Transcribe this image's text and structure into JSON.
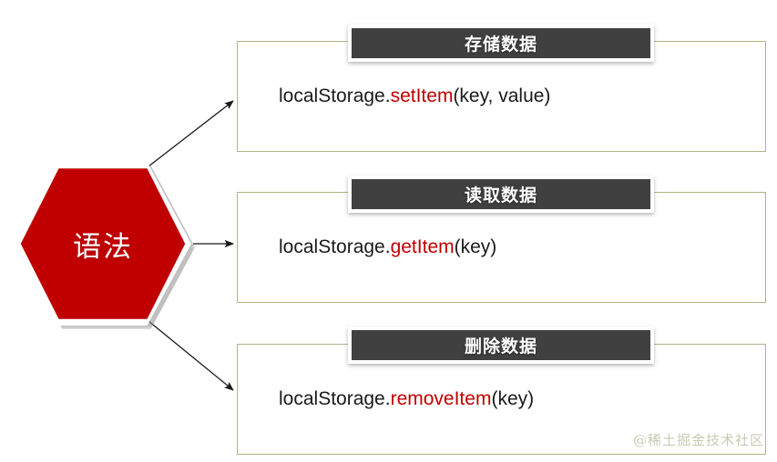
{
  "diagram": {
    "type": "concept-branch-diagram",
    "title_node": {
      "label": "语法",
      "shape": "hexagon",
      "fill_color": "#C00000",
      "text_color": "#FFFFFF"
    },
    "branches": [
      {
        "id": "store",
        "header": "存储数据",
        "code_prefix": "localStorage.",
        "code_method": "setItem",
        "code_suffix": "(key, value)"
      },
      {
        "id": "read",
        "header": "读取数据",
        "code_prefix": "localStorage.",
        "code_method": "getItem",
        "code_suffix": "(key)"
      },
      {
        "id": "remove",
        "header": "删除数据",
        "code_prefix": "localStorage.",
        "code_method": "removeItem",
        "code_suffix": "(key)"
      }
    ],
    "colors": {
      "accent_red": "#C00000",
      "header_bar": "#404040",
      "card_border": "#B3B287",
      "background": "#FFFFFF",
      "watermark": "#C9C9B4"
    },
    "watermark": "@稀土掘金技术社区"
  }
}
